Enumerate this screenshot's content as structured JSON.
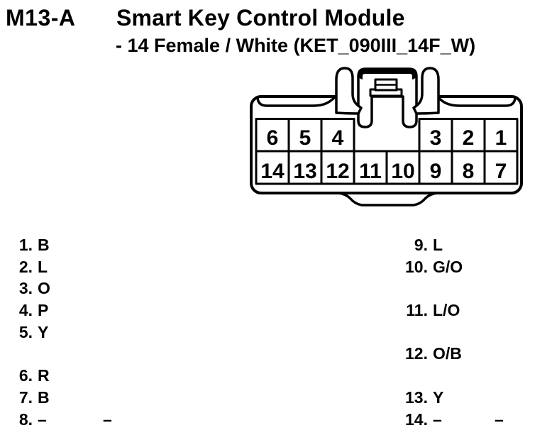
{
  "header": {
    "connector_id": "M13-A",
    "module_name": "Smart Key Control Module",
    "variant": "- 14 Female / White (KET_090III_14F_W)"
  },
  "connector": {
    "top_left": [
      "6",
      "5",
      "4"
    ],
    "top_right": [
      "3",
      "2",
      "1"
    ],
    "bottom": [
      "14",
      "13",
      "12",
      "11",
      "10",
      "9",
      "8",
      "7"
    ]
  },
  "pins": {
    "left": [
      {
        "num": "1.",
        "label": "B"
      },
      {
        "num": "2.",
        "label": "L"
      },
      {
        "num": "3.",
        "label": "O"
      },
      {
        "num": "4.",
        "label": "P"
      },
      {
        "num": "5.",
        "label": "Y"
      },
      {
        "num": "",
        "label": ""
      },
      {
        "num": "6.",
        "label": "R"
      },
      {
        "num": "7.",
        "label": "B"
      },
      {
        "num": "8.",
        "label": "–",
        "extra": "–"
      }
    ],
    "right": [
      {
        "num": "9.",
        "label": "L"
      },
      {
        "num": "10.",
        "label": "G/O"
      },
      {
        "num": "",
        "label": ""
      },
      {
        "num": "11.",
        "label": "L/O"
      },
      {
        "num": "",
        "label": ""
      },
      {
        "num": "12.",
        "label": "O/B"
      },
      {
        "num": "",
        "label": ""
      },
      {
        "num": "13.",
        "label": "Y"
      },
      {
        "num": "14.",
        "label": "–",
        "extra": "–"
      }
    ]
  },
  "colors": {
    "ink": "#000000",
    "paper": "#ffffff"
  }
}
